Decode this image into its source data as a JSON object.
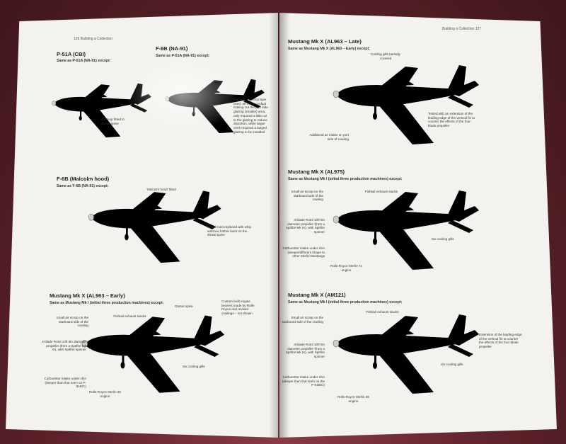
{
  "left_page": {
    "running_head": "126   Building a Collection",
    "sections": [
      {
        "title": "P-51A (CBI)",
        "subtitle": "Same as P-51A (NA-91) except:",
        "annotations": [
          "Gill loop fitted to dorsal spine"
        ]
      },
      {
        "title": "F-6B (NA-91)",
        "subtitle": "Same as P-51A (NA-91) except:",
        "annotations": [
          "Camera – Vertical type used, aft of the cockpit looking out the port side glazing (smaller) area, only required a little cut to the glazing to reduce distortion, while larger ones required a bulged glazing to be installed"
        ]
      },
      {
        "title": "F-6B (Malcolm hood)",
        "subtitle": "Same as F-6B (NA-91) except:",
        "annotations": [
          "'Malcolm hood' fitted",
          "Aerial mast replaced with whip antenna further back on the dorsal spine"
        ]
      },
      {
        "title": "Mustang Mk X (AL963 – Early)",
        "subtitle": "Same as Mustang Mk I (initial three production machines) except:",
        "annotations": [
          "Dorsal spine",
          "Custom-built engine bearers made by Rolls-Royce and revised cowlings – not shown",
          "Fishtail exhaust stacks",
          "Small air scoop on the starboard side of the cowling",
          "4-blade Rotol 10ft 9in diameter propeller (from a Spitfire Mk IX), with Spitfire spinner",
          "Six cooling gills",
          "Carburettor intake under chin (deeper than that seen on P-51B/C)",
          "Rolls-Royce Merlin 65 engine"
        ]
      }
    ]
  },
  "right_page": {
    "running_head": "Building a Collection   127",
    "sections": [
      {
        "title": "Mustang Mk X (AL963 – Late)",
        "subtitle": "Same as Mustang Mk X (AL963 – Early) except:",
        "annotations": [
          "Cooling gills partially covered",
          "Tested with an extension of the leading edge of the vertical fin to counter the effects of the four-blade propeller",
          "Additional air intake on port side of cowling"
        ]
      },
      {
        "title": "Mustang Mk X (AL975)",
        "subtitle": "Same as Mustang Mk I (initial three production machines) except:",
        "annotations": [
          "Fishtail exhaust stacks",
          "Small air scoop on the starboard side of the cowling",
          "4-blade Rotol 10ft 9in diameter propeller (from a Spitfire Mk IX), with Spitfire spinner",
          "Six cooling gills",
          "Carburettor intake under chin (deeper/different shape to other Merlin-Mustangs",
          "Rolls-Royce Merlin 71 engine"
        ]
      },
      {
        "title": "Mustang Mk X (AM121)",
        "subtitle": "Same as Mustang Mk I (initial three production machines) except:",
        "annotations": [
          "Fishtail exhaust stacks",
          "Small air scoop on the starboard side of the cowling",
          "4-blade Rotol 10ft 9in diameter propeller (from a Spitfire Mk IX), with Spitfire spinner",
          "Six cooling gills",
          "Extension of the leading edge of the vertical fin to counter the effects of the four-blade propeller",
          "Carburettor intake under chin (deeper than that seen on the P-51B/C)",
          "Rolls-Royce Merlin 65 engine"
        ]
      }
    ]
  }
}
